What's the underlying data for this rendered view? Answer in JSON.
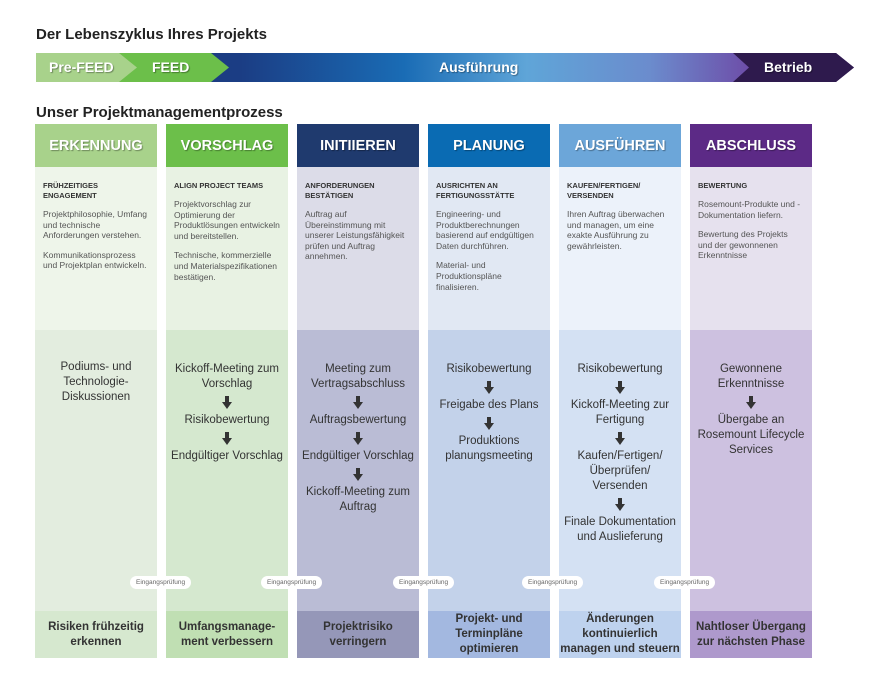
{
  "lifecycle": {
    "title": "Der Lebenszyklus Ihres Projekts",
    "stages": [
      {
        "label": "Pre-FEED",
        "color": "#a8d28b"
      },
      {
        "label": "FEED",
        "color": "#6cbf4a"
      },
      {
        "label": "Ausführung",
        "color": "#1a6cb5"
      },
      {
        "label": "Betrieb",
        "color": "#2e1a4d"
      }
    ]
  },
  "process": {
    "title": "Unser Projektmanagementprozess",
    "gate_label": "Eingangsprüfung",
    "columns": [
      {
        "title": "ERKENNUNG",
        "colors": {
          "head": "#a8d28b",
          "top": "#eef5ea",
          "mid": "#e3eddf",
          "bot": "#d6e8cf"
        },
        "subtitle": "FRÜHZEITIGES ENGAGEMENT",
        "descriptions": [
          "Projektphilosophie, Umfang und technische Anforderungen verstehen.",
          "Kommunikationsprozess und Projektplan entwickeln."
        ],
        "steps": [
          "Podiums- und Technologie-Diskussionen"
        ],
        "outcome": "Risiken frühzeitig erkennen"
      },
      {
        "title": "VORSCHLAG",
        "colors": {
          "head": "#6cbf4a",
          "top": "#e8f2e3",
          "mid": "#d5e8cf",
          "bot": "#c0dfb3"
        },
        "subtitle": "ALIGN PROJECT TEAMS",
        "descriptions": [
          "Projektvorschlag zur Optimierung der Produktlösungen entwickeln und bereitstellen.",
          "Technische, kommerzielle und Materialspezifikationen bestätigen."
        ],
        "steps": [
          "Kickoff-Meeting zum Vorschlag",
          "Risikobewertung",
          "Endgültiger Vorschlag"
        ],
        "outcome": "Umfangsmanage-ment verbessern"
      },
      {
        "title": "INITIIEREN",
        "colors": {
          "head": "#1f3a6e",
          "top": "#dcdce8",
          "mid": "#babcd5",
          "bot": "#9597b8"
        },
        "subtitle": "ANFORDERUNGEN BESTÄTIGEN",
        "descriptions": [
          "Auftrag auf Übereinstimmung mit unserer Leistungsfähigkeit prüfen und Auftrag annehmen."
        ],
        "steps": [
          "Meeting zum Vertragsabschluss",
          "Auftragsbewertung",
          "Endgültiger Vorschlag",
          "Kickoff-Meeting zum Auftrag"
        ],
        "outcome": "Projektrisiko verringern"
      },
      {
        "title": "PLANUNG",
        "colors": {
          "head": "#0a6bb3",
          "top": "#e1e8f3",
          "mid": "#c3d2ea",
          "bot": "#a3b8e0"
        },
        "subtitle": "AUSRICHTEN AN FERTIGUNGSSTÄTTE",
        "descriptions": [
          "Engineering- und Produktberechnungen basierend auf endgültigen Daten durchführen.",
          "Material- und Produktionspläne finalisieren."
        ],
        "steps": [
          "Risikobewertung",
          "Freigabe des Plans",
          "Produktions planungsmeeting"
        ],
        "outcome": "Projekt- und Terminpläne optimieren"
      },
      {
        "title": "AUSFÜHREN",
        "colors": {
          "head": "#6ca6d9",
          "top": "#ecf2fa",
          "mid": "#d4e1f3",
          "bot": "#bed2ee"
        },
        "subtitle": "KAUFEN/FERTIGEN/ VERSENDEN",
        "descriptions": [
          "Ihren Auftrag überwachen und managen, um eine exakte Ausführung zu gewährleisten."
        ],
        "steps": [
          "Risikobewertung",
          "Kickoff-Meeting zur Fertigung",
          "Kaufen/Fertigen/ Überprüfen/ Versenden",
          "Finale Dokumentation und Auslieferung"
        ],
        "outcome": "Änderungen kontinuierlich managen und steuern"
      },
      {
        "title": "ABSCHLUSS",
        "colors": {
          "head": "#5c2a86",
          "top": "#e6e1ee",
          "mid": "#cdc1e0",
          "bot": "#ae99cc"
        },
        "subtitle": "BEWERTUNG",
        "descriptions": [
          "Rosemount-Produkte und -Dokumentation liefern.",
          "Bewertung des Projekts und der gewonnenen Erkenntnisse"
        ],
        "steps": [
          "Gewonnene Erkenntnisse",
          "Übergabe an Rosemount Lifecycle Services"
        ],
        "outcome": "Nahtloser Übergang zur nächsten Phase"
      }
    ]
  }
}
